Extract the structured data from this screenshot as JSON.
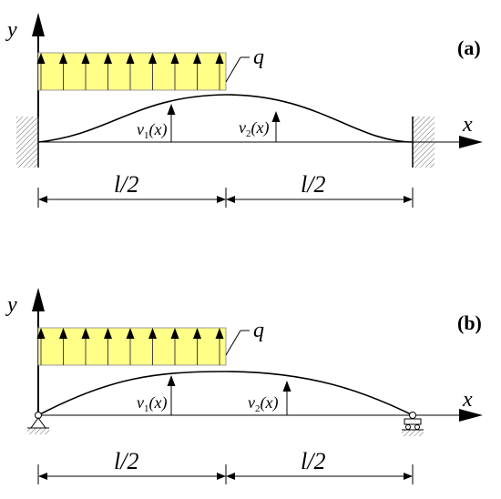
{
  "panels": [
    {
      "tag": "(a)",
      "y_axis": "y",
      "x_axis": "x",
      "load_label": "q",
      "v1": {
        "base": "v",
        "sub": "1",
        "arg": "(x)"
      },
      "v2": {
        "base": "v",
        "sub": "2",
        "arg": "(x)"
      },
      "dim_left": "l/2",
      "dim_right": "l/2",
      "supports": "fixed-both-ends"
    },
    {
      "tag": "(b)",
      "y_axis": "y",
      "x_axis": "x",
      "load_label": "q",
      "v1": {
        "base": "v",
        "sub": "1",
        "arg": "(x)"
      },
      "v2": {
        "base": "v",
        "sub": "2",
        "arg": "(x)"
      },
      "dim_left": "l/2",
      "dim_right": "l/2",
      "supports": "pinned-and-roller"
    }
  ],
  "colors": {
    "load_fill": "#ffff88",
    "load_stroke": "#9a9a9a",
    "line": "#000000",
    "hatch": "#555555"
  }
}
